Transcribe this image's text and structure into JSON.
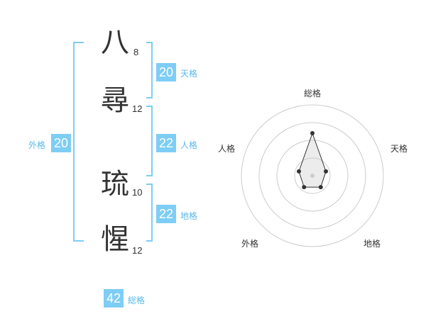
{
  "name": {
    "chars": [
      {
        "char": "八",
        "strokes": "8"
      },
      {
        "char": "尋",
        "strokes": "12"
      },
      {
        "char": "琉",
        "strokes": "10"
      },
      {
        "char": "惺",
        "strokes": "12"
      }
    ]
  },
  "fortune": {
    "tenkaku": {
      "value": "20",
      "label": "天格"
    },
    "jinkaku": {
      "value": "22",
      "label": "人格"
    },
    "chikaku": {
      "value": "22",
      "label": "地格"
    },
    "gaikaku": {
      "value": "20",
      "label": "外格"
    },
    "soukaku": {
      "value": "42",
      "label": "総格"
    }
  },
  "radar": {
    "axes": [
      "総格",
      "天格",
      "地格",
      "外格",
      "人格"
    ],
    "levels": 4,
    "values": [
      3,
      1,
      1,
      1,
      1
    ],
    "max": 5
  },
  "colors": {
    "accent": "#7ecdf5",
    "bracket": "#7ecdf5",
    "text": "#333333",
    "label": "#5bb8e8"
  }
}
